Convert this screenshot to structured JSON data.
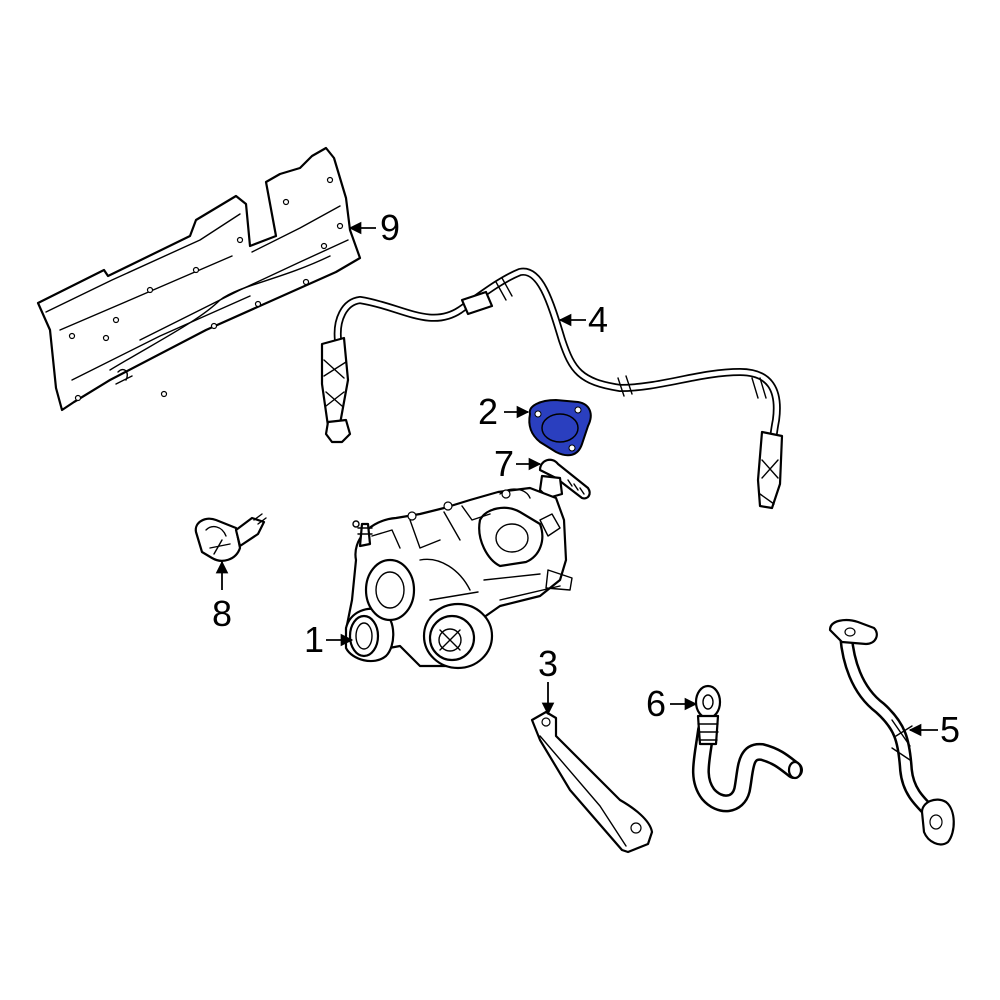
{
  "diagram": {
    "highlight_color": "#2a3fbf",
    "highlighted_part": "2",
    "callouts": [
      {
        "id": "1",
        "label": "1"
      },
      {
        "id": "2",
        "label": "2"
      },
      {
        "id": "3",
        "label": "3"
      },
      {
        "id": "4",
        "label": "4"
      },
      {
        "id": "5",
        "label": "5"
      },
      {
        "id": "6",
        "label": "6"
      },
      {
        "id": "7",
        "label": "7"
      },
      {
        "id": "8",
        "label": "8"
      },
      {
        "id": "9",
        "label": "9"
      }
    ]
  }
}
